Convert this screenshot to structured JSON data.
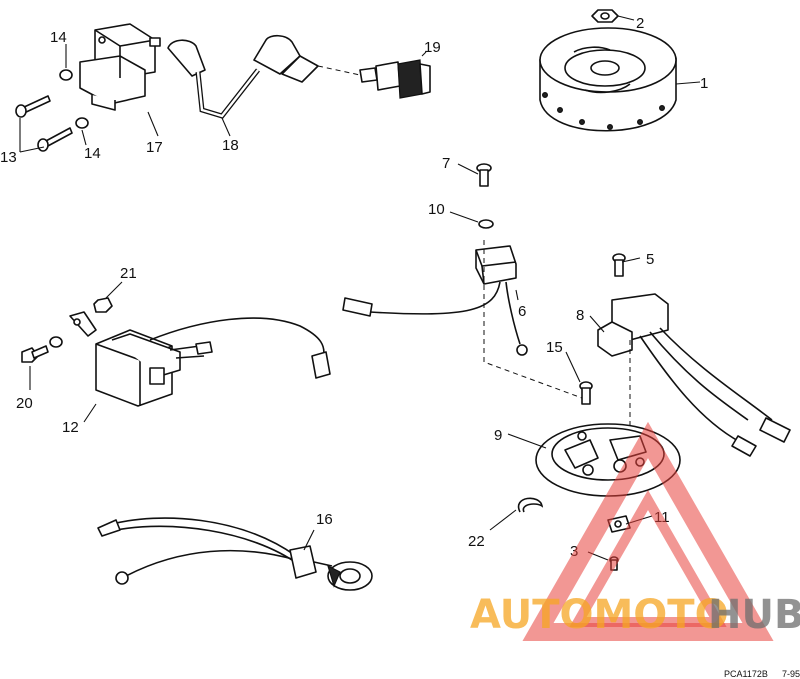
{
  "callouts": {
    "c1": "1",
    "c2": "2",
    "c3": "3",
    "c5": "5",
    "c6": "6",
    "c7": "7",
    "c8": "8",
    "c9": "9",
    "c10": "10",
    "c11": "11",
    "c12": "12",
    "c13": "13",
    "c14a": "14",
    "c14b": "14",
    "c15": "15",
    "c16": "16",
    "c17": "17",
    "c18": "18",
    "c19": "19",
    "c20": "20",
    "c21": "21",
    "c22": "22"
  },
  "footer": {
    "ref_code": "PCA1172B",
    "ref_date": "7-95"
  },
  "watermark": {
    "brand_part1": "AUTOMOTO",
    "brand_part2": "HUB",
    "color_triangle": "#e8423d",
    "color_text_1": "#f5a623",
    "color_text_2": "#6e6e6e"
  }
}
